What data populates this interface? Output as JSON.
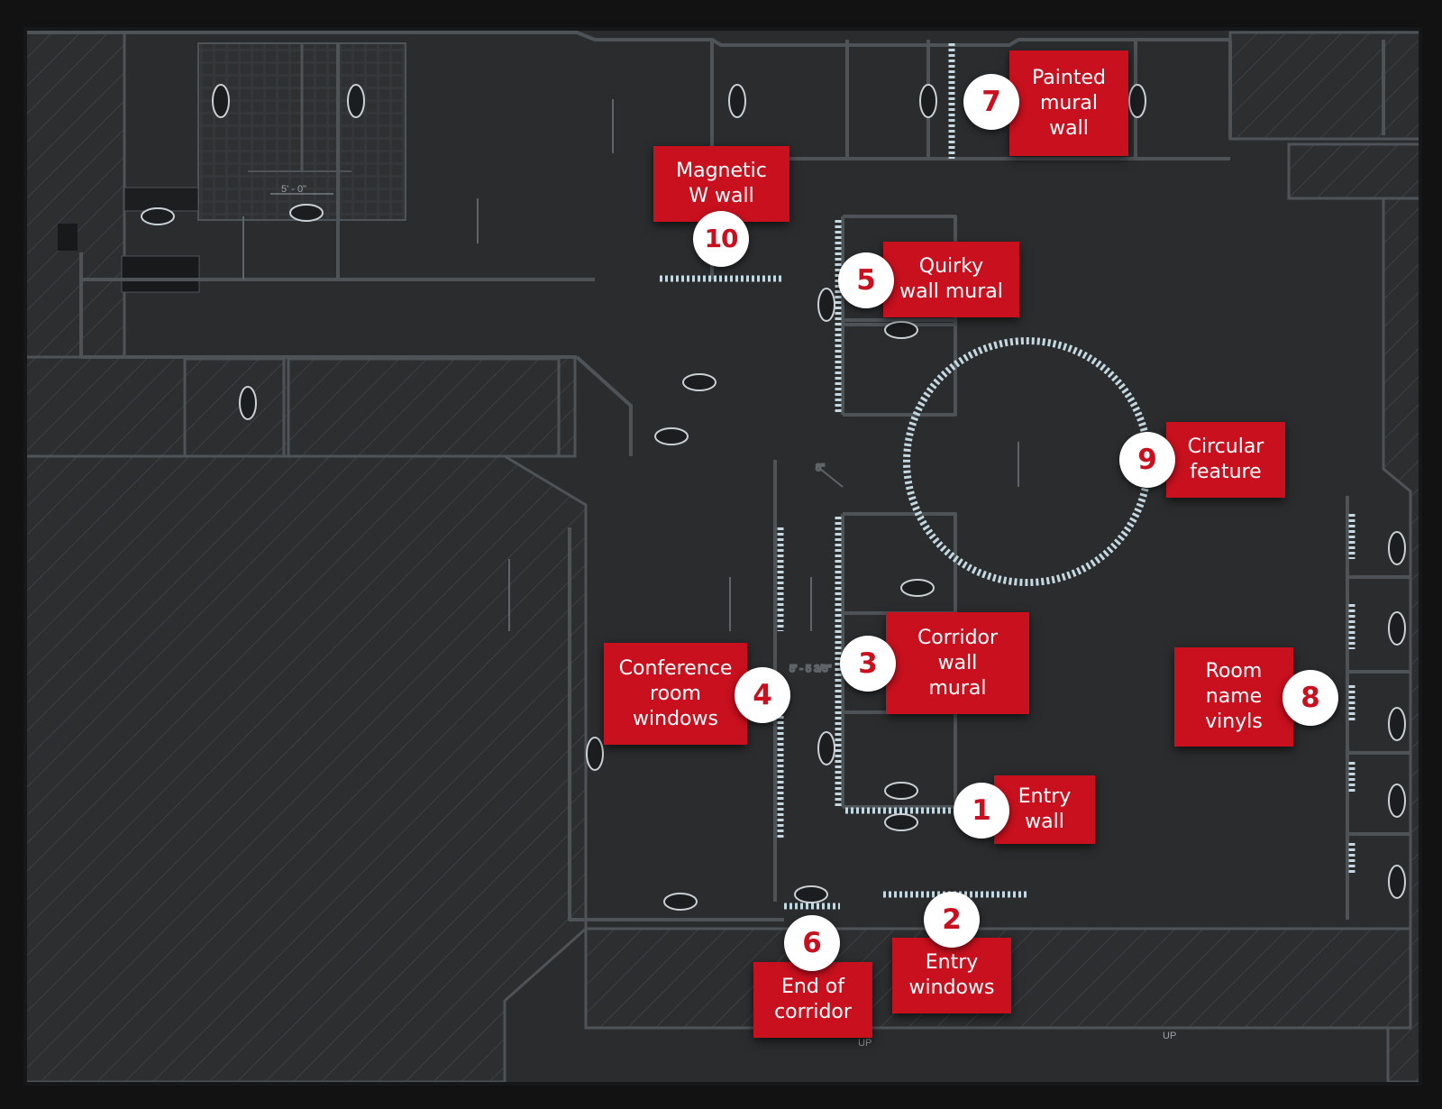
{
  "colors": {
    "page_background": "#121212",
    "floor_background": "#2a2c2e",
    "wall_line": "#4e5357",
    "hatch": "#3a3d40",
    "glass_marker": "#c4d8e2",
    "label_red": "#c8101e",
    "marker_white": "#ffffff"
  },
  "dimensions": {
    "restroom_width": "5' - 0\"",
    "corridor_width": "5' - 5 3/8\"",
    "wall_gap": "8\""
  },
  "stair_labels": {
    "left": "UP",
    "right": "UP"
  },
  "annotations": [
    {
      "number": "1",
      "label": "Entry\nwall"
    },
    {
      "number": "2",
      "label": "Entry\nwindows"
    },
    {
      "number": "3",
      "label": "Corridor\nwall\nmural"
    },
    {
      "number": "4",
      "label": "Conference\nroom\nwindows"
    },
    {
      "number": "5",
      "label": "Quirky\nwall mural"
    },
    {
      "number": "6",
      "label": "End of\ncorridor"
    },
    {
      "number": "7",
      "label": "Painted\nmural\nwall"
    },
    {
      "number": "8",
      "label": "Room\nname\nvinyls"
    },
    {
      "number": "9",
      "label": "Circular\nfeature"
    },
    {
      "number": "10",
      "label": "Magnetic\nW wall"
    }
  ]
}
